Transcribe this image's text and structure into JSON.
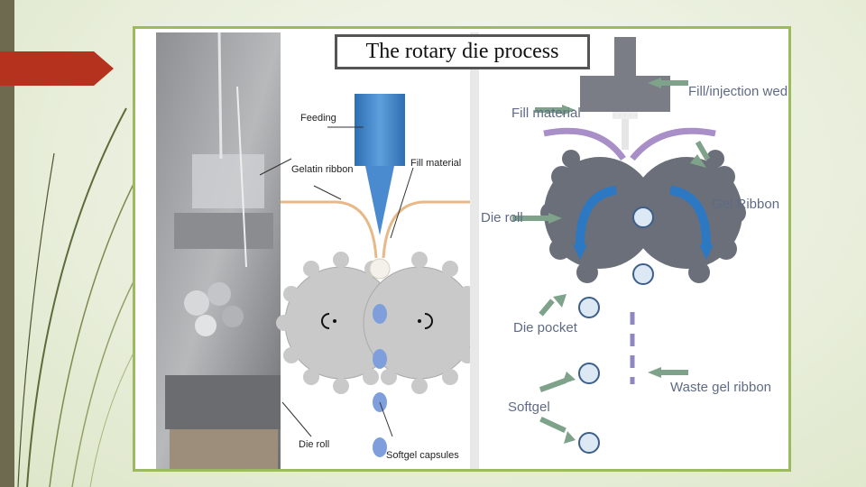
{
  "slide": {
    "title": "The rotary die process"
  },
  "middle_diagram": {
    "labels": {
      "feeding": "Feeding",
      "gelatin_ribbon": "Gelatin ribbon",
      "fill_material": "Fill material",
      "die_roll": "Die roll",
      "softgel_capsules": "Softgel capsules"
    }
  },
  "right_diagram": {
    "labels": {
      "fill_material": "Fill material",
      "fill_injection_wedge": "Fill/injection wedge",
      "die_roll": "Die roll",
      "gel_ribbon": "Gel Ribbon",
      "die_pocket": "Die pocket",
      "softgel": "Softgel",
      "waste_gel_ribbon": "Waste gel ribbon"
    }
  },
  "colors": {
    "accent_green": "#9cbb5e",
    "arrow_red": "#b5321f",
    "left_bar": "#6e6a4f",
    "nozzle_blue": "#3a7fc6",
    "gear_gray": "#c9c9c9",
    "right_gear": "#6b6f79",
    "ribbon_purple": "#a88fc8",
    "arrow_teal": "#7fa38a"
  }
}
